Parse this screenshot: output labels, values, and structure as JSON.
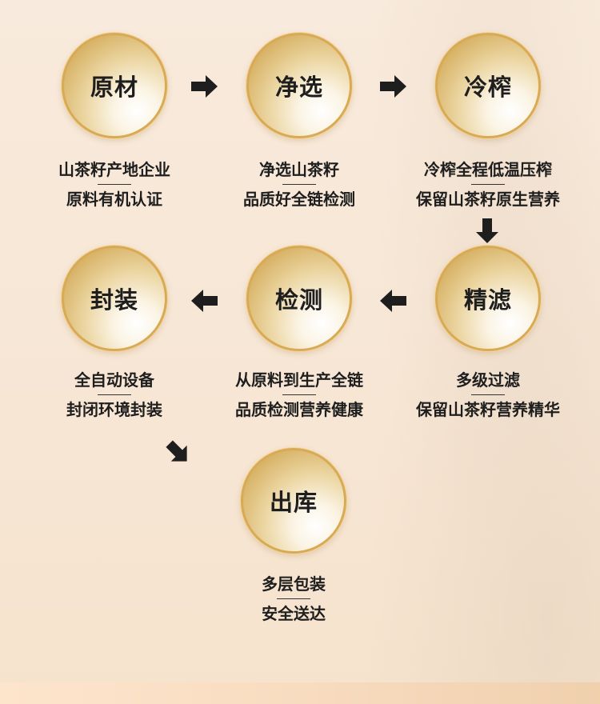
{
  "steps": [
    {
      "title": "原材",
      "line1": "山茶籽产地企业",
      "line2": "原料有机认证"
    },
    {
      "title": "净选",
      "line1": "净选山茶籽",
      "line2": "品质好全链检测"
    },
    {
      "title": "冷榨",
      "line1": "冷榨全程低温压榨",
      "line2": "保留山茶籽原生营养"
    },
    {
      "title": "精滤",
      "line1": "多级过滤",
      "line2": "保留山茶籽营养精华"
    },
    {
      "title": "检测",
      "line1": "从原料到生产全链",
      "line2": "品质检测营养健康"
    },
    {
      "title": "封装",
      "line1": "全自动设备",
      "line2": "封闭环境封装"
    },
    {
      "title": "出库",
      "line1": "多层包装",
      "line2": "安全送达"
    }
  ],
  "arrows": [
    {
      "icon": "arrow-right-icon",
      "from": "原材",
      "to": "净选"
    },
    {
      "icon": "arrow-right-icon",
      "from": "净选",
      "to": "冷榨"
    },
    {
      "icon": "arrow-down-icon",
      "from": "冷榨",
      "to": "精滤"
    },
    {
      "icon": "arrow-left-icon",
      "from": "精滤",
      "to": "检测"
    },
    {
      "icon": "arrow-left-icon",
      "from": "检测",
      "to": "封装"
    },
    {
      "icon": "arrow-down-right-icon",
      "from": "封装",
      "to": "出库"
    }
  ],
  "colors": {
    "background": "#f8eadc",
    "gold_ring": "#d9aa55",
    "text": "#1e1e1e"
  }
}
